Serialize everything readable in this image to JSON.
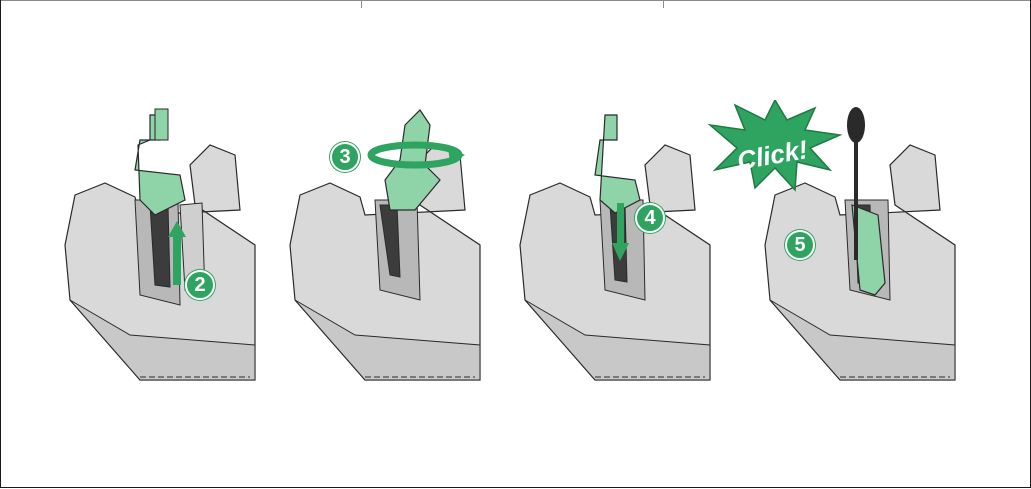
{
  "steps": [
    {
      "number": "2",
      "action": "lift"
    },
    {
      "number": "3",
      "action": "rotate"
    },
    {
      "number": "4",
      "action": "insert"
    },
    {
      "number": "5",
      "action": "press"
    }
  ],
  "click_label": "Click!",
  "colors": {
    "accent_green": "#2fa360",
    "part_green": "#8fd3a8",
    "housing_gray": "#d9d9d9",
    "outline": "#2a2a2a"
  }
}
